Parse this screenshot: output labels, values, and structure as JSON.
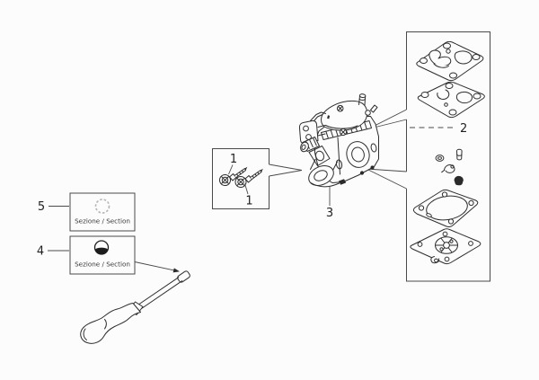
{
  "diagram": {
    "type": "exploded-parts-diagram",
    "subject": "carburetor assembly with repair kit, adjustment needles, section symbols and screwdriver"
  },
  "colors": {
    "background": "#fcfcfc",
    "line": "#2e2e2e",
    "frame": "#4a4a4a",
    "muted_circle": "#b5b5b5",
    "dark_fill": "#1c1c1c",
    "label_text": "#1f1f1f"
  },
  "callouts": {
    "item1_top": "1",
    "item1_bottom": "1",
    "item2": "2",
    "item3": "3"
  },
  "sections": {
    "upper": {
      "number": "5",
      "caption": "Sezione / Section"
    },
    "lower": {
      "number": "4",
      "caption": "Sezione / Section"
    }
  },
  "figures": [
    "pump-diaphragm",
    "metering-diaphragm",
    "inlet-needle-and-lever-parts",
    "diaphragm-gasket",
    "fuel-pump-diaphragm",
    "carburetor-body",
    "needle-adjustment-screws",
    "section-symbol-open-circle",
    "section-symbol-filled-circle",
    "adjustment-screwdriver"
  ]
}
